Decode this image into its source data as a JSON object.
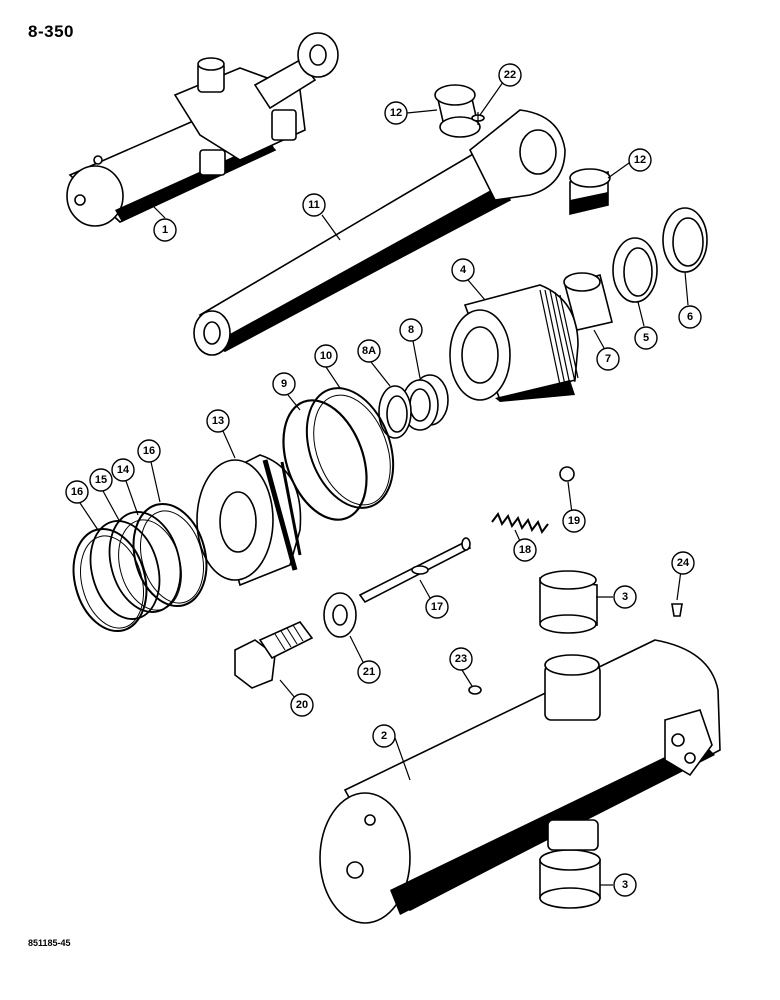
{
  "page": {
    "page_number": "8-350",
    "drawing_id": "851185-45"
  },
  "callouts": {
    "c1": "1",
    "c2": "2",
    "c3a": "3",
    "c3b": "3",
    "c4": "4",
    "c5": "5",
    "c6": "6",
    "c7": "7",
    "c8": "8",
    "c8a": "8A",
    "c9": "9",
    "c10": "10",
    "c11": "11",
    "c12a": "12",
    "c12b": "12",
    "c13": "13",
    "c14": "14",
    "c15": "15",
    "c16a": "16",
    "c16b": "16",
    "c17": "17",
    "c18": "18",
    "c19": "19",
    "c20": "20",
    "c21": "21",
    "c22": "22",
    "c23": "23",
    "c24": "24"
  }
}
